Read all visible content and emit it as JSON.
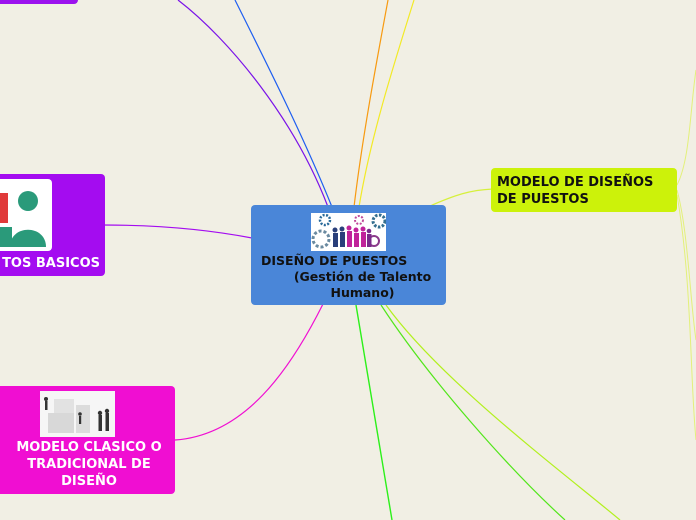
{
  "central": {
    "line1": "DISEÑO DE PUESTOS",
    "line2": "(Gestión de Talento",
    "line3": "Humano)",
    "image": "business-people-gears-image"
  },
  "modelo": {
    "line1": "MODELO DE DISEÑOS",
    "line2": "DE PUESTOS"
  },
  "basicos": {
    "label": "TOS BASICOS",
    "image": "person-icon-image"
  },
  "clasico": {
    "line1": "MODELO CLASICO O",
    "line2": "TRADICIONAL DE",
    "line3": "DISEÑO",
    "image": "people-building-puzzle-image"
  },
  "colors": {
    "central": "#4a86d8",
    "modelo": "#ccf20a",
    "basicos": "#a40cf0",
    "clasico": "#f00ed2",
    "background": "#f1efe4"
  }
}
